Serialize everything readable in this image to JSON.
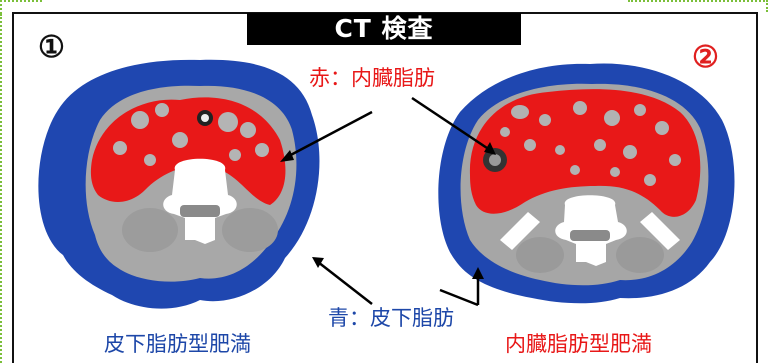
{
  "title": "CT 検査",
  "markers": {
    "first": "①",
    "second": "②"
  },
  "labels": {
    "visceral_fat": "赤：内臓脂肪",
    "subcutaneous_fat": "青：皮下脂肪"
  },
  "captions": {
    "left": "皮下脂肪型肥満",
    "right": "内臓脂肪型肥満"
  },
  "colors": {
    "visceral_fat": "#e81818",
    "subcutaneous_fat": "#1f47b0",
    "tissue": "#a9a9a9",
    "bone": "#ffffff"
  }
}
